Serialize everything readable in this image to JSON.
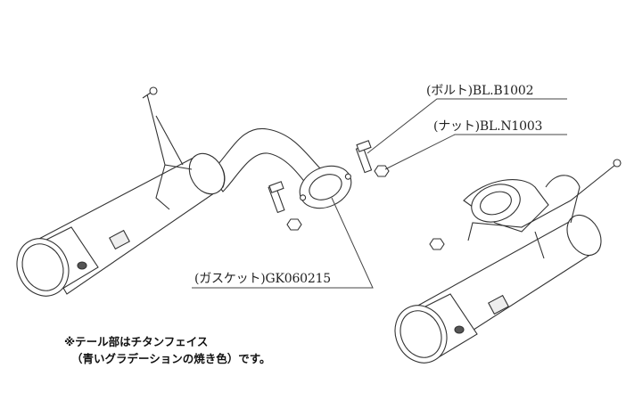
{
  "labels": {
    "bolt": "(ボルト)BL.B1002",
    "nut": "(ナット)BL.N1003",
    "gasket": "(ガスケット)GK060215"
  },
  "note": {
    "line1": "※テール部はチタンフェイス",
    "line2": "（青いグラデーションの焼き色）です。"
  }
}
